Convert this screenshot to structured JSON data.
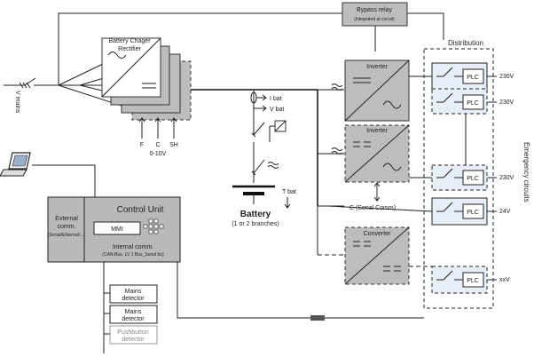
{
  "bypass_relay": {
    "line1": "Bypass relay",
    "line2": "(integrated at circuit)"
  },
  "distribution_label": "Distribution",
  "charger": {
    "line1": "Battery Chager",
    "line2": "Rectifier"
  },
  "v_mains": "V mains",
  "charger_inputs": {
    "f": "F",
    "c": "C",
    "sh": "SH",
    "range": "0-10V"
  },
  "ibat": "I bat",
  "vbat": "V bat",
  "tbat": "T bat",
  "battery": {
    "title": "Battery",
    "subtitle": "(1 or 2 branches)"
  },
  "inverter1": "Inverter",
  "inverter2": "Inverter",
  "converter": "Converter",
  "serial_comm": "C (Serial Comm)",
  "plc_label": "PLC",
  "outputs": {
    "o1": "230V",
    "o2": "230V",
    "o3": "230V",
    "o4": "24V",
    "o5": "xxV"
  },
  "emergency_circuits": "Emergency circuits",
  "control_unit": {
    "title": "Control Unit",
    "external_comm_1": "External",
    "external_comm_2": "comm.",
    "external_comm_3": "(Serial/Ethernet/...)",
    "mmi": "MMI",
    "internal_comm": "Internal comm.",
    "internal_comm_sub": "(CAN-Bus, LV 1 Bus_Serial bu)"
  },
  "detectors": {
    "d1_line1": "Mains",
    "d1_line2": "detector",
    "d2_line1": "Mains",
    "d2_line2": "detector",
    "d3_line1": "Pushbutton",
    "d3_line2": "detector"
  }
}
